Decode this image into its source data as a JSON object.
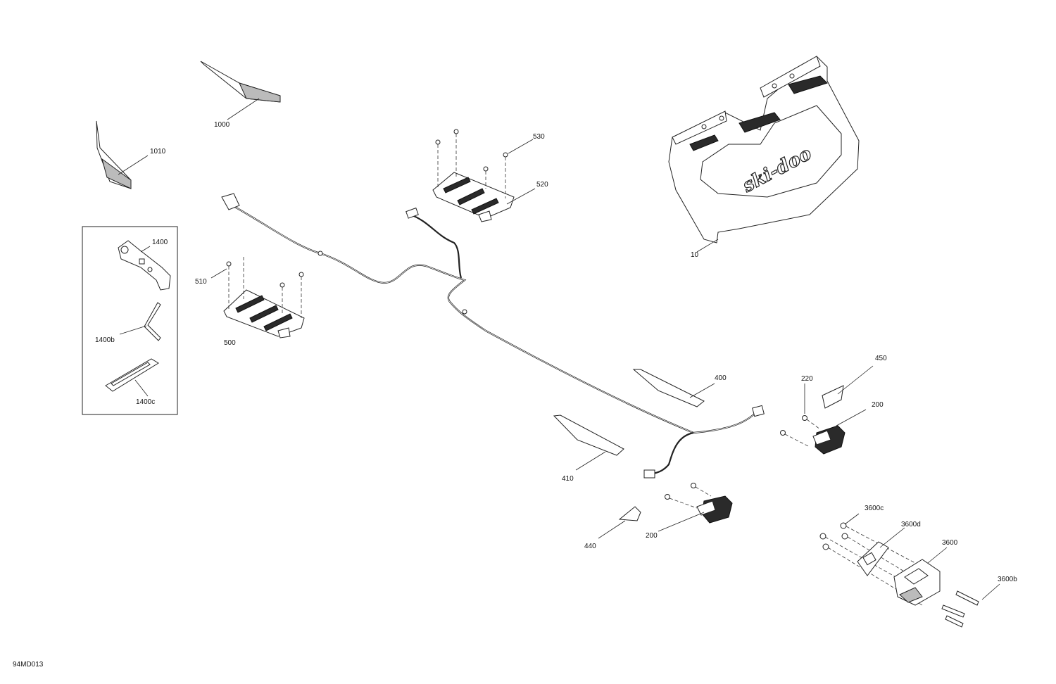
{
  "diagram": {
    "code": "94MD013",
    "brand_mark": "ski-doo",
    "callouts": {
      "p1000": "1000",
      "p1010": "1010",
      "p530": "530",
      "p520": "520",
      "p10": "10",
      "p1400": "1400",
      "p1400b": "1400b",
      "p1400c": "1400c",
      "p510": "510",
      "p500": "500",
      "p400": "400",
      "p410": "410",
      "p450": "450",
      "p220": "220",
      "p200a": "200",
      "p200b": "200",
      "p440": "440",
      "p3600c": "3600c",
      "p3600d": "3600d",
      "p3600": "3600",
      "p3600b": "3600b"
    }
  }
}
